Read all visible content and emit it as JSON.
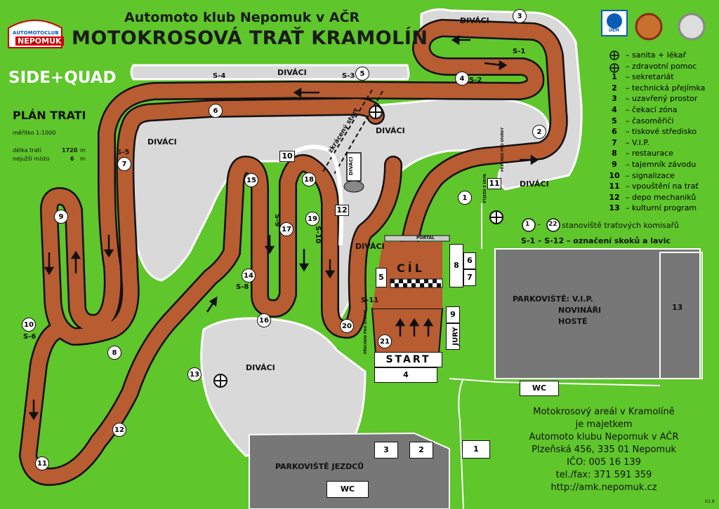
{
  "header": {
    "club": "Automoto klub Nepomuk v AČR",
    "track_title": "MOTOKROSOVÁ TRAŤ KRAMOLÍN",
    "category": "SIDE+QUAD",
    "logo_top": "AUTOMOTOCLUB",
    "logo_bottom": "NEPOMUK",
    "uem": "UEM"
  },
  "plan": {
    "title": "PLÁN TRATI",
    "scale": "měřítko 1:1000",
    "length_label": "délka trati",
    "length_value": "1720",
    "length_unit": "m",
    "narrow_label": "nejužší místo",
    "narrow_value": "6",
    "narrow_unit": "m"
  },
  "legend": [
    {
      "key": "⊕",
      "text": "– sanita + lékař"
    },
    {
      "key": "⊕",
      "text": "– zdravotní pomoc"
    },
    {
      "key": "1",
      "text": "– sekretariát"
    },
    {
      "key": "2",
      "text": "– technická přejímka"
    },
    {
      "key": "3",
      "text": "– uzavřený prostor"
    },
    {
      "key": "4",
      "text": "– čekací zóna"
    },
    {
      "key": "5",
      "text": "– časoměřiči"
    },
    {
      "key": "6",
      "text": "– tiskové středisko"
    },
    {
      "key": "7",
      "text": "– V.I.P."
    },
    {
      "key": "8",
      "text": "– restaurace"
    },
    {
      "key": "9",
      "text": "– tajemník závodu"
    },
    {
      "key": "10",
      "text": "– signalizace"
    },
    {
      "key": "11",
      "text": "– vpouštění na trať"
    },
    {
      "key": "12",
      "text": "– depo mechaniků"
    },
    {
      "key": "13",
      "text": "– kulturní program"
    }
  ],
  "legend_marshals": {
    "from": "1",
    "dash": "–",
    "to": "22",
    "text": "stanoviště traťových komisařů"
  },
  "legend_jumps": "S-1 – S-12 – označení skoků a lavic",
  "areas": {
    "spectators": "DIVÁCI",
    "start": "START",
    "finish": "CÍL",
    "jury": "JURY",
    "portal": "PORTÁL",
    "rider_parking": "PARKOVIŠTĚ JEZDCŮ",
    "wc": "WC",
    "vip_parking_1": "PARKOVIŠTĚ: V.I.P.",
    "vip_parking_2": "NOVINÁŘI",
    "vip_parking_3": "HOSTÉ",
    "reduced_start": "zkrácený start",
    "divaci_tower": "DIVÁCI",
    "crossing": "PŘECHOD PRO DIVÁKY",
    "depo_exit": "VÝJEZD Z DEPA"
  },
  "markers": {
    "s1": "S-1",
    "s2": "S-2",
    "s3": "S-3",
    "s4": "S-4",
    "s5": "S-5",
    "s6": "S-6",
    "s8": "S-8",
    "s9": "S-9",
    "s10": "S-10",
    "s11": "S-11"
  },
  "info": {
    "line1": "Motokrosový areál v Kramolíně",
    "line2": "je majetkem",
    "line3": "Automoto klubu Nepomuk v AČR",
    "line4": "Plzeňská 456, 335 01 Nepomuk",
    "line5": "IČO: 005 16 139",
    "line6": "tel./fax: 371 591 359",
    "line7": "http://amk.nepomuk.cz"
  },
  "version": "V1.6",
  "colors": {
    "grass": "#5fc62b",
    "track": "#b85c32",
    "spectator": "#d9d9d9",
    "parking": "#7a7a7a"
  }
}
